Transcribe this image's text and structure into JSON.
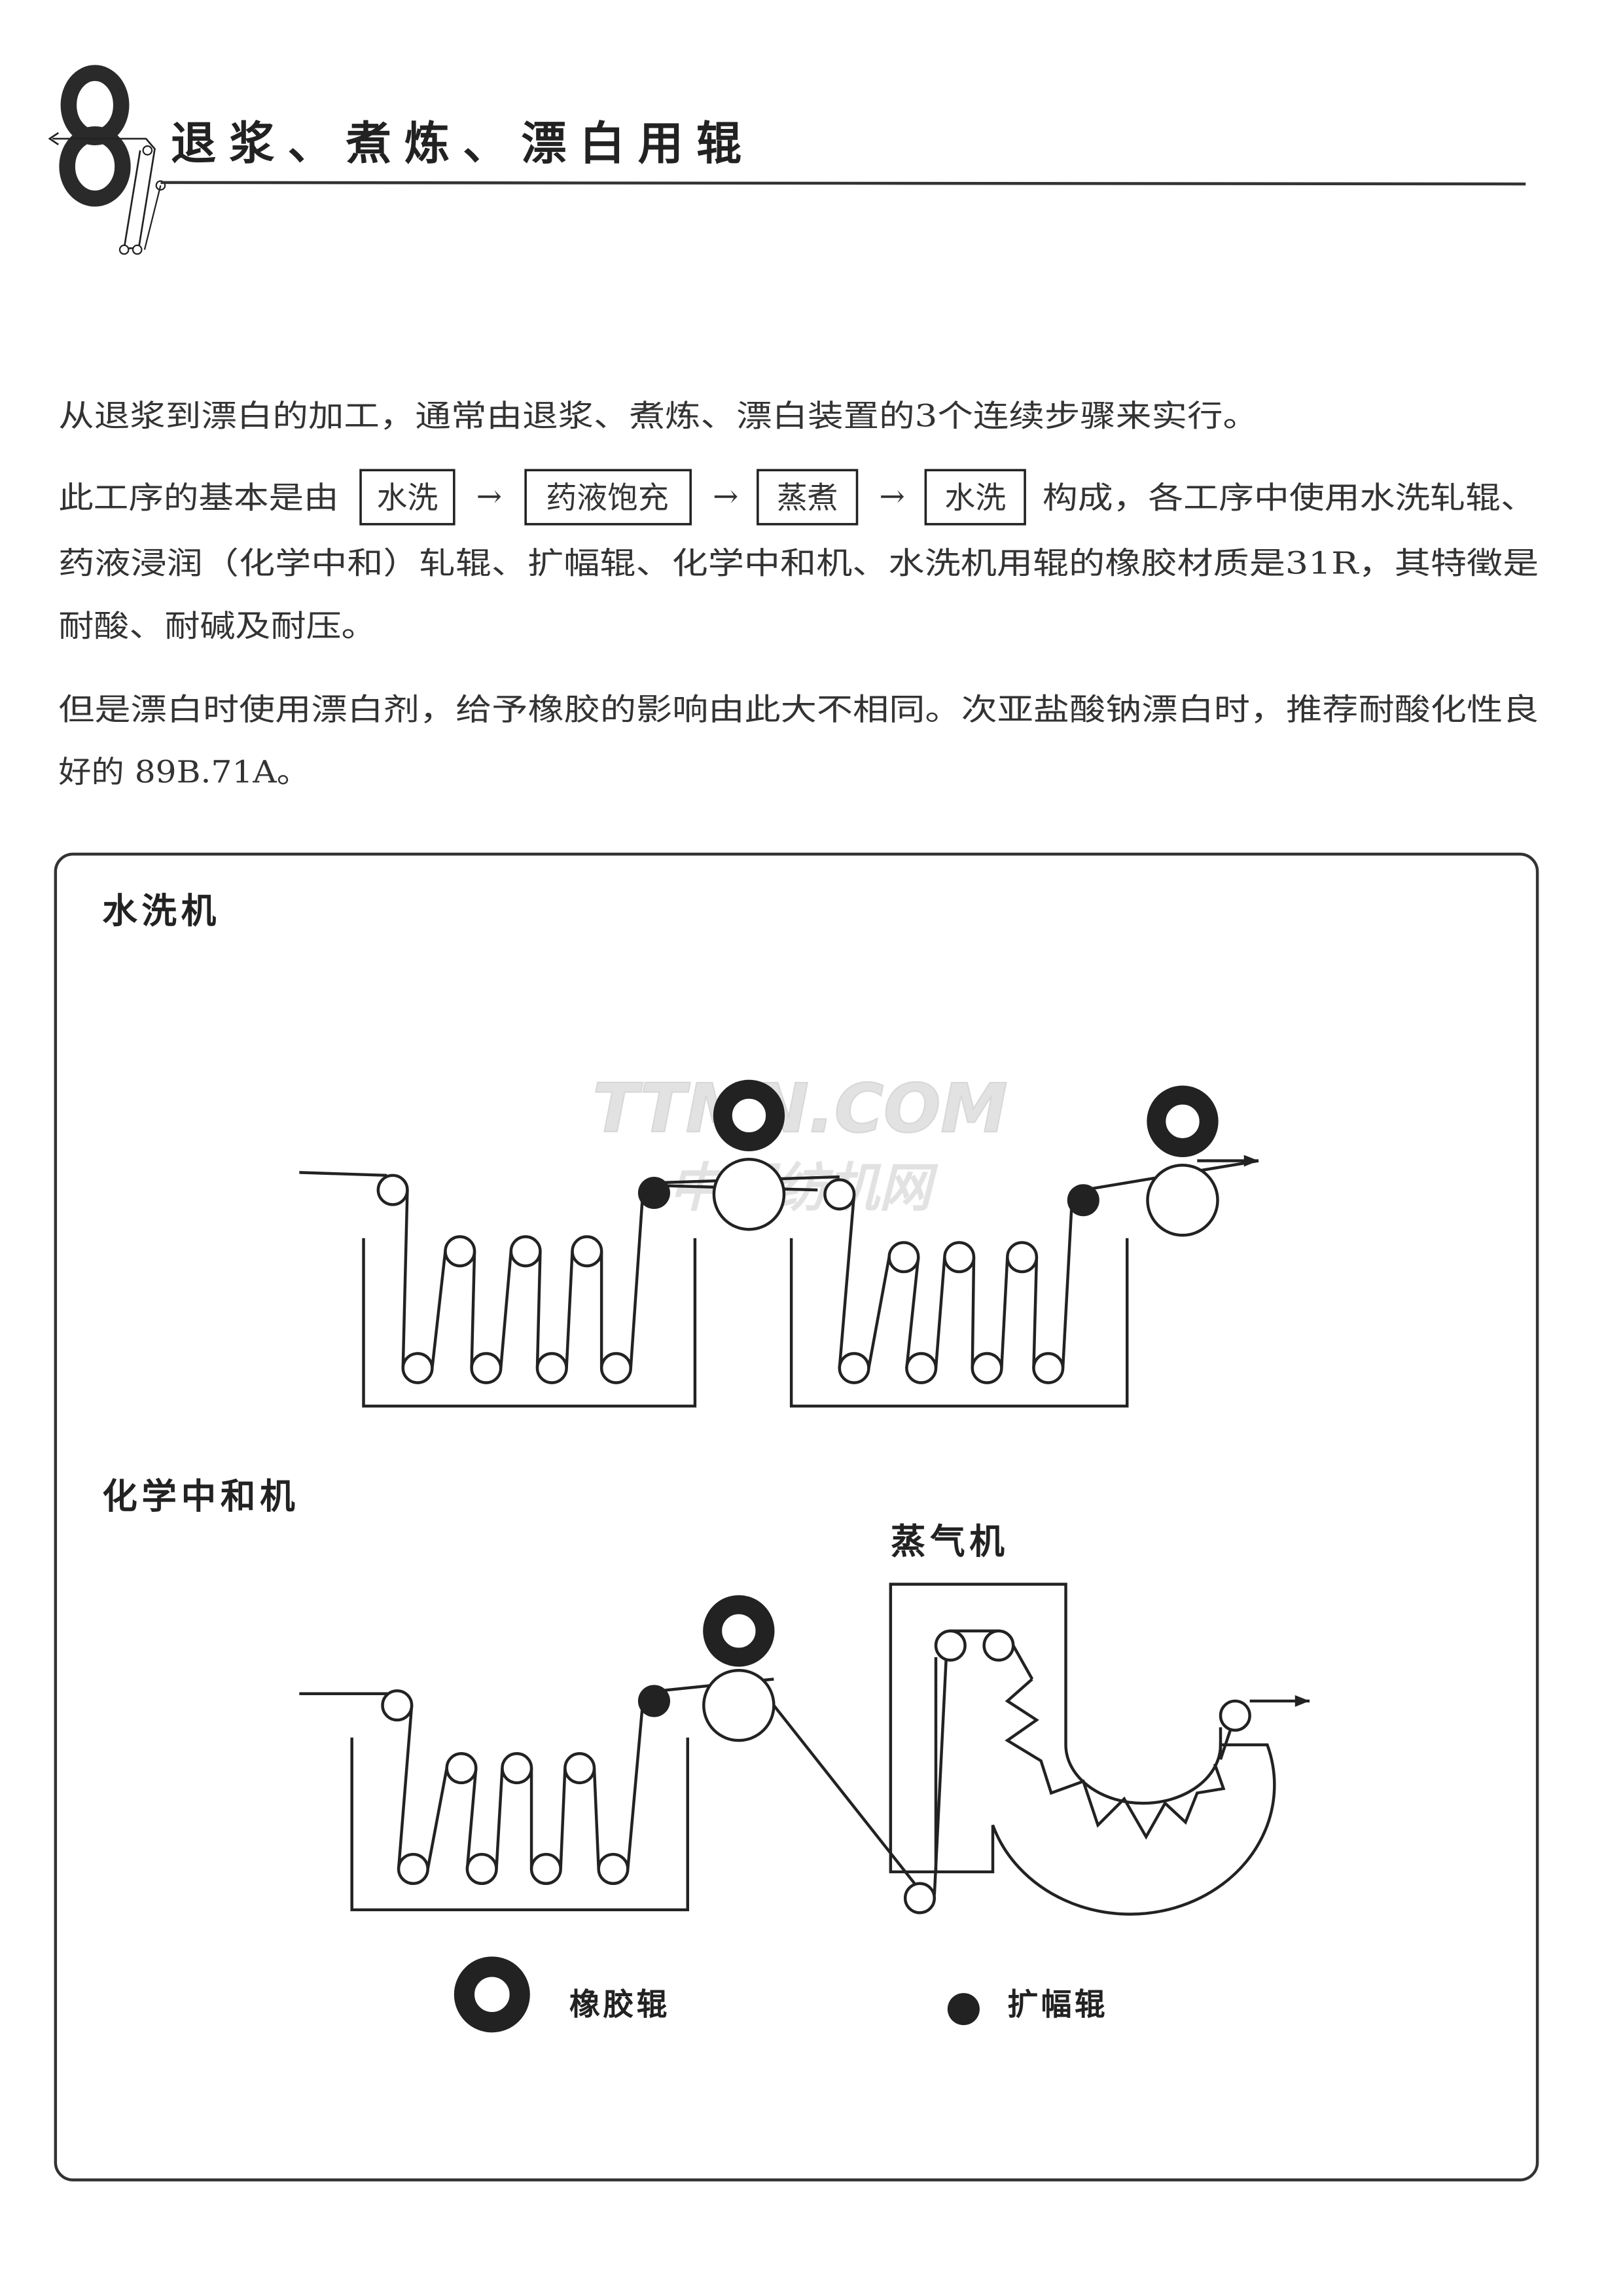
{
  "header": {
    "chapter_number": "8",
    "title": "退浆、煮炼、漂白用辊"
  },
  "intro": {
    "line1": "从退浆到漂白的加工，通常由退浆、煮炼、漂白装置的3个连续步骤来实行。",
    "line2_prefix": "此工序的基本是由",
    "process_steps": [
      "水洗",
      "药液饱充",
      "蒸煮",
      "水洗"
    ],
    "arrow": "→",
    "line2_suffix": "构成，各工序中使用水洗轧辊、",
    "line3": "药液浸润（化学中和）轧辊、扩幅辊、化学中和机、水洗机用辊的橡胶材质是31R，其特徵是",
    "line4": "耐酸、耐碱及耐压。",
    "line5": "但是漂白时使用漂白剂，给予橡胶的影响由此大不相同。次亚盐酸钠漂白时，推荐耐酸化性良",
    "line6": "好的 89B.71A。"
  },
  "figure": {
    "washer_label": "水洗机",
    "neutralizer_label": "化学中和机",
    "steamer_label": "蒸气机",
    "legend": {
      "rubber_roller": "橡胶辊",
      "expander_roller": "扩幅辊"
    },
    "watermark": {
      "line1": "TTMN.COM",
      "line2": "中国纺机网"
    }
  }
}
